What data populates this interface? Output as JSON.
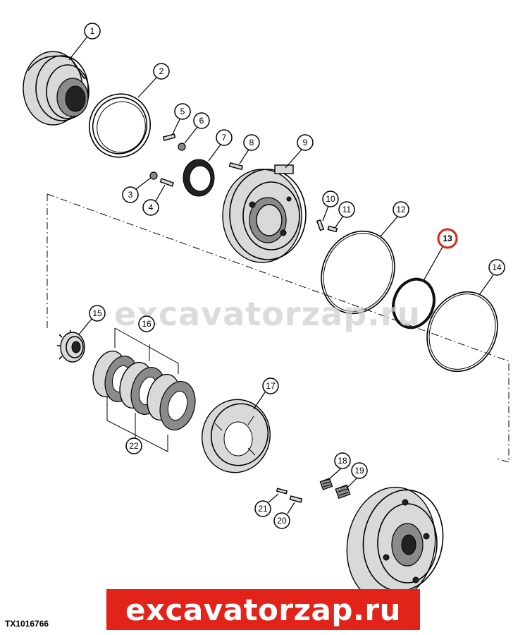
{
  "watermark_text": "excavatorzap.ru",
  "banner_text": "excavatorzap.ru",
  "figure_code": "TX1016766",
  "highlight_color": "#e2231a",
  "callouts": [
    {
      "label": "1"
    },
    {
      "label": "2"
    },
    {
      "label": "3"
    },
    {
      "label": "4"
    },
    {
      "label": "5"
    },
    {
      "label": "6"
    },
    {
      "label": "7"
    },
    {
      "label": "8"
    },
    {
      "label": "9"
    },
    {
      "label": "10"
    },
    {
      "label": "11"
    },
    {
      "label": "12"
    },
    {
      "label": "13",
      "highlighted": true
    },
    {
      "label": "14"
    },
    {
      "label": "15"
    },
    {
      "label": "16"
    },
    {
      "label": "17"
    },
    {
      "label": "18"
    },
    {
      "label": "19"
    },
    {
      "label": "20"
    },
    {
      "label": "21"
    },
    {
      "label": "22"
    }
  ]
}
